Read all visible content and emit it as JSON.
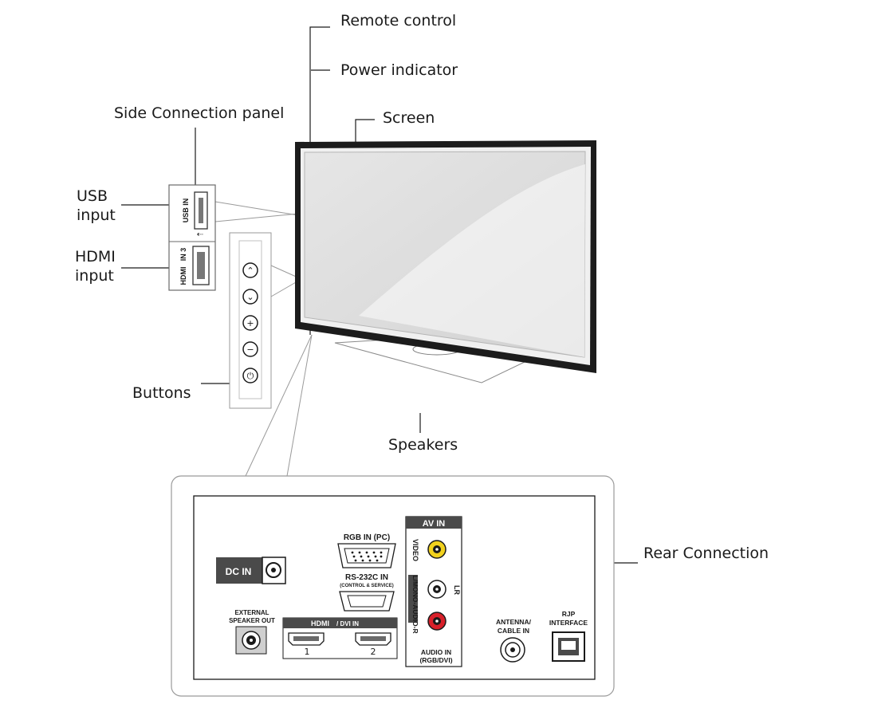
{
  "callouts": {
    "remote_control": "Remote control",
    "power_indicator": "Power indicator",
    "screen": "Screen",
    "side_connection_panel": "Side Connection panel",
    "usb_input": [
      "USB",
      "input"
    ],
    "hdmi_input": [
      "HDMI",
      "input"
    ],
    "buttons": "Buttons",
    "speakers": "Speakers",
    "rear_connection": "Rear Connection"
  },
  "side_panel": {
    "usb_port_label": "USB IN",
    "hdmi_port_label": "IN 3",
    "hdmi_logo": "HDMI"
  },
  "side_buttons": [
    {
      "icon": "chevron-up-icon",
      "glyph": "⌃"
    },
    {
      "icon": "chevron-down-icon",
      "glyph": "⌄"
    },
    {
      "icon": "plus-icon",
      "glyph": "+"
    },
    {
      "icon": "minus-icon",
      "glyph": "−"
    },
    {
      "icon": "power-icon",
      "glyph": "⏻"
    }
  ],
  "rear_panel": {
    "dc_in": "DC IN",
    "rgb_in": "RGB IN (PC)",
    "rs232c_in": "RS-232C IN",
    "rs232c_sub": "(CONTROL & SERVICE)",
    "external_speaker_out": [
      "EXTERNAL",
      "SPEAKER OUT"
    ],
    "hdmi_dvi_header": "/ DVI IN",
    "hdmi_logo": "HDMI",
    "hdmi_port_numbers": [
      "1",
      "2"
    ],
    "av_in": "AV IN",
    "video": "VIDEO",
    "audio_vertical": "L/MONO-AUDIO-R",
    "lr": "LR",
    "audio_in": [
      "AUDIO IN",
      "(RGB/DVI)"
    ],
    "antenna": [
      "ANTENNA/",
      "CABLE IN"
    ],
    "rjp": [
      "RJP",
      "INTERFACE"
    ]
  },
  "colors": {
    "line": "#1a1a1a",
    "panel_gray": "#bdbdbd",
    "dark_block": "#4a4a4a",
    "video_jack": "#f2d21e",
    "audio_r_jack": "#d8202a",
    "audio_l_jack": "#ffffff"
  }
}
